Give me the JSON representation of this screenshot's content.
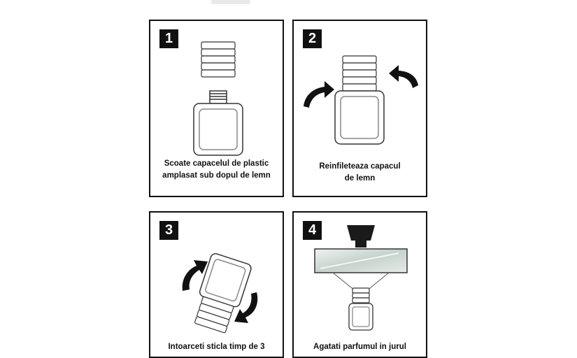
{
  "steps": [
    {
      "number": "1",
      "caption_line1": "Scoate capacelul de plastic",
      "caption_line2": "amplasat sub dopul de lemn"
    },
    {
      "number": "2",
      "caption_line1": "Reinfileteaza capacul",
      "caption_line2": "de lemn"
    },
    {
      "number": "3",
      "caption_line1": "Intoarceti sticla timp de 3",
      "caption_line2": ""
    },
    {
      "number": "4",
      "caption_line1": "Agatati parfumul in jurul",
      "caption_line2": ""
    }
  ]
}
